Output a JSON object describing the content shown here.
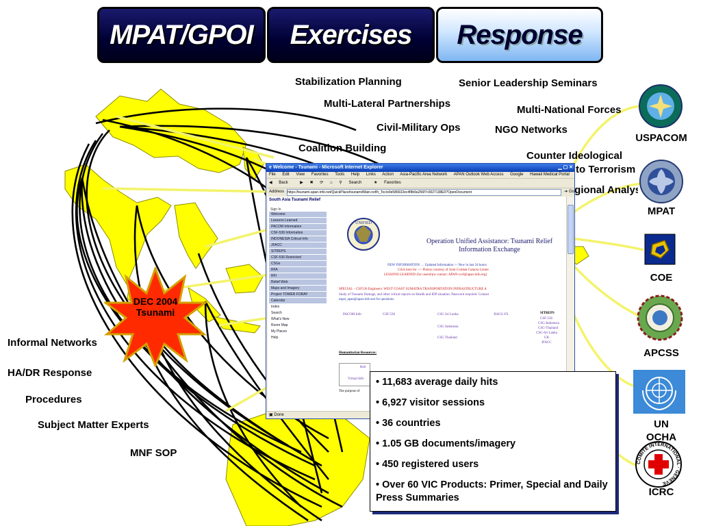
{
  "tabs": [
    {
      "label": "MPAT/GPOI",
      "active": false
    },
    {
      "label": "Exercises",
      "active": false
    },
    {
      "label": "Response",
      "active": true
    }
  ],
  "top_labels": {
    "stabilization": "Stabilization Planning",
    "senior": "Senior Leadership Seminars",
    "multilateral": "Multi-Lateral Partnerships",
    "multinational": "Multi-National Forces",
    "civmil": "Civil-Military Ops",
    "ngo": "NGO Networks",
    "coalition": "Coalition Building",
    "counter1": "Counter Ideological",
    "counter2": "to Terrorism",
    "regional": "Regional Analysis"
  },
  "left_labels": {
    "informal": "Informal Networks",
    "hadr": "HA/DR Response",
    "procedures": "Procedures",
    "sme": "Subject Matter Experts",
    "mnf": "MNF SOP"
  },
  "callout": {
    "line1": "DEC 2004",
    "line2": "Tsunami",
    "fill": "#ff2a00",
    "stroke": "#d4a000"
  },
  "orgs": {
    "uspacom": "USPACOM",
    "mpat": "MPAT",
    "coe": "COE",
    "apcss": "APCSS",
    "unocha1": "UN",
    "unocha2": "OCHA",
    "icrc": "ICRC",
    "icrc_ring": "COMITE INTERNATIONAL · GENEVE"
  },
  "browser": {
    "title": "Welcome - Tsunami - Microsoft Internet Explorer",
    "menu": [
      "File",
      "Edit",
      "View",
      "Favorites",
      "Tools",
      "Help"
    ],
    "links_label": "Links",
    "links": [
      "Action",
      "Asia-Pacific Area Network",
      "APAN Outlook Web Access",
      "Google",
      "Hawaii Medical Portal"
    ],
    "back": "Back",
    "search": "Search",
    "favorites": "Favorites",
    "address_label": "Address",
    "url": "https://tsunami.apan-info.net/QuickPlace/tsunami/Main.nsf/h_Toc/e9e586632ec4f8b9a256f7c0027138E0?OpenDocument",
    "go": "Go",
    "status": "Done",
    "site_header": "South Asia Tsunami Relief",
    "signin": "Sign In",
    "nav": [
      "Welcome",
      "Lessons Learned",
      "PACOM Information",
      "CSF-536 Information",
      "INDONESIA Critical Info",
      "JFACC",
      "SITREPS",
      "CSF-536 Restricted",
      "CSGs",
      "RFA",
      "RFI",
      "Relief Web",
      "Maps and Imagery",
      "Project TOWER FORAY",
      "Calendar",
      "Index",
      "Search",
      "What's New",
      "Room Map",
      "My Places",
      "Help"
    ],
    "page": {
      "title1": "Operation Unified Assistance: Tsunami Relief",
      "title2": "Information Exchange",
      "seal_top": "UNIFIED",
      "new_info": "NEW INFORMATION → Updated Information <- New in last 24 hours",
      "photos": "Click here for --> Photos courtesy of Joint Combat Camera Center",
      "lessons": "LESSONS LEARNED (for userid/pw contact: APAN-ccsf@apan-info.org)",
      "special": "SPECIAL – CSF536 Engineers: WEST COAST SUMATRA TRANSPORTATION INFRASTRUCTURE A",
      "study": "Study of Tsunami Damage, and other critical reports on Health and IDP situation. Password required. Contact",
      "contact": "mpat_apan@apan-info.net for questions",
      "links_row": [
        "PACOM Info",
        "CSF-536",
        "CSG Sri Lanka",
        "JIACG-FS"
      ],
      "csg": [
        "CSG Indonesia",
        "CSG Thailand"
      ],
      "sitreps_head": "SITREPS",
      "sitreps": [
        "CSF-536",
        "CSG-Indonesia",
        "CSG-Thailand",
        "CSG-Sri Lanka",
        "UK",
        "JFACC"
      ],
      "humanitarian": "Humanitarian Resources:",
      "reli": "Reli",
      "virtual": "Virtual Info",
      "purpose": "The purpose of"
    }
  },
  "stats": [
    "11,683 average daily hits",
    " 6,927 visitor sessions",
    "36 countries",
    "1.05 GB documents/imagery",
    "450 registered users",
    " Over  60 VIC Products: Primer, Special and Daily Press Summaries"
  ],
  "colors": {
    "land": "#ffff00",
    "tab_dark": "#000033",
    "tab_light": "#cfe6ff",
    "connector": "#f3f36a",
    "arc": "#000000"
  }
}
